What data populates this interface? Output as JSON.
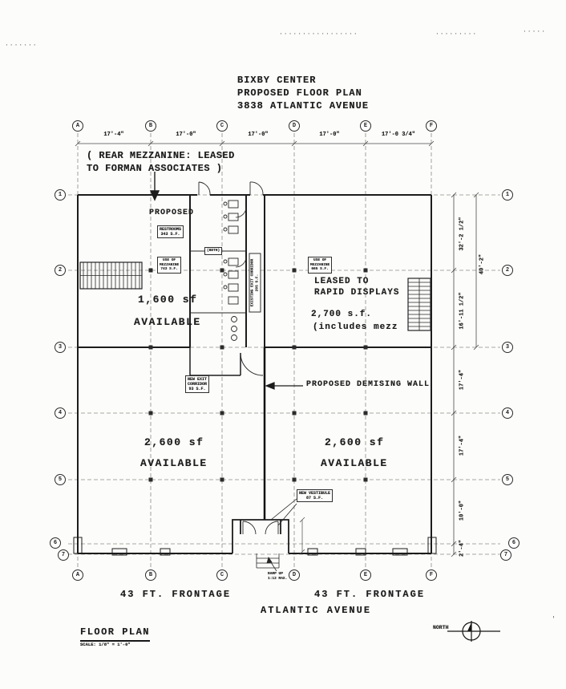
{
  "title_block": {
    "line1": "BIXBY CENTER",
    "line2": "PROPOSED FLOOR PLAN",
    "line3": "3838 ATLANTIC AVENUE"
  },
  "mezzanine_note": {
    "line1": "( REAR MEZZANINE: LEASED",
    "line2": "TO FORMAN ASSOCIATES )"
  },
  "grid": {
    "columns": [
      "A",
      "B",
      "C",
      "D",
      "E",
      "F"
    ],
    "rows": [
      "1",
      "2",
      "3",
      "4",
      "5",
      "6",
      "7"
    ],
    "top_dimensions": [
      "17'-4\"",
      "17'-0\"",
      "17'-0\"",
      "17'-0\"",
      "17'-0 3/4\""
    ],
    "right_dimensions": [
      "32'-2 1/2\"",
      "40'-2\"",
      "16'-11 1/2\"",
      "17'-4\"",
      "17'-4\"",
      "10'-0\"",
      "2'-4\""
    ]
  },
  "plan_labels": {
    "proposed": "PROPOSED",
    "restrooms": {
      "line1": "RESTROOMS",
      "line2": "343 S.F."
    },
    "restrooms_note": "(BOTH)",
    "mezz_use_left": {
      "line1": "USE OF",
      "line2": "MEZZANINE",
      "line3": "743 S.F."
    },
    "mezz_use_right": {
      "line1": "USE OF",
      "line2": "MEZZANINE",
      "line3": "665 S.F."
    },
    "existing_corridor": {
      "line1": "EXISTING EXIT CORRIDOR",
      "line2": "205 S.F."
    },
    "suite_left_rear": {
      "area": "1,600 sf",
      "status": "AVAILABLE"
    },
    "suite_right_rear": {
      "line1": "LEASED TO",
      "line2": "RAPID DISPLAYS",
      "line3": "2,700 s.f.",
      "line4": "(includes mezz"
    },
    "new_exit_corridor": {
      "line1": "NEW EXIT",
      "line2": "CORRIDOR",
      "line3": "93 S.F."
    },
    "demising_wall": "PROPOSED DEMISING WALL",
    "suite_left_front": {
      "area": "2,600 sf",
      "status": "AVAILABLE"
    },
    "suite_right_front": {
      "area": "2,600 sf",
      "status": "AVAILABLE"
    },
    "vestibule": {
      "line1": "NEW VESTIBULE",
      "line2": "87 S.F."
    },
    "ramp": {
      "line1": "RAMP UP",
      "line2": "1:12 MAX."
    }
  },
  "street_labels": {
    "frontage_left": "43 FT. FRONTAGE",
    "frontage_right": "43 FT. FRONTAGE",
    "street": "ATLANTIC AVENUE"
  },
  "title_strip": {
    "name": "FLOOR PLAN",
    "scale": "SCALE: 1/8\" = 1'-0\"",
    "north": "NORTH"
  },
  "artifacts": {
    "dots_top_left": "·······",
    "dots_top_center": "·················",
    "dots_top_right_a": "·········",
    "dots_top_right_b": "·····",
    "stray_mark": "'"
  }
}
